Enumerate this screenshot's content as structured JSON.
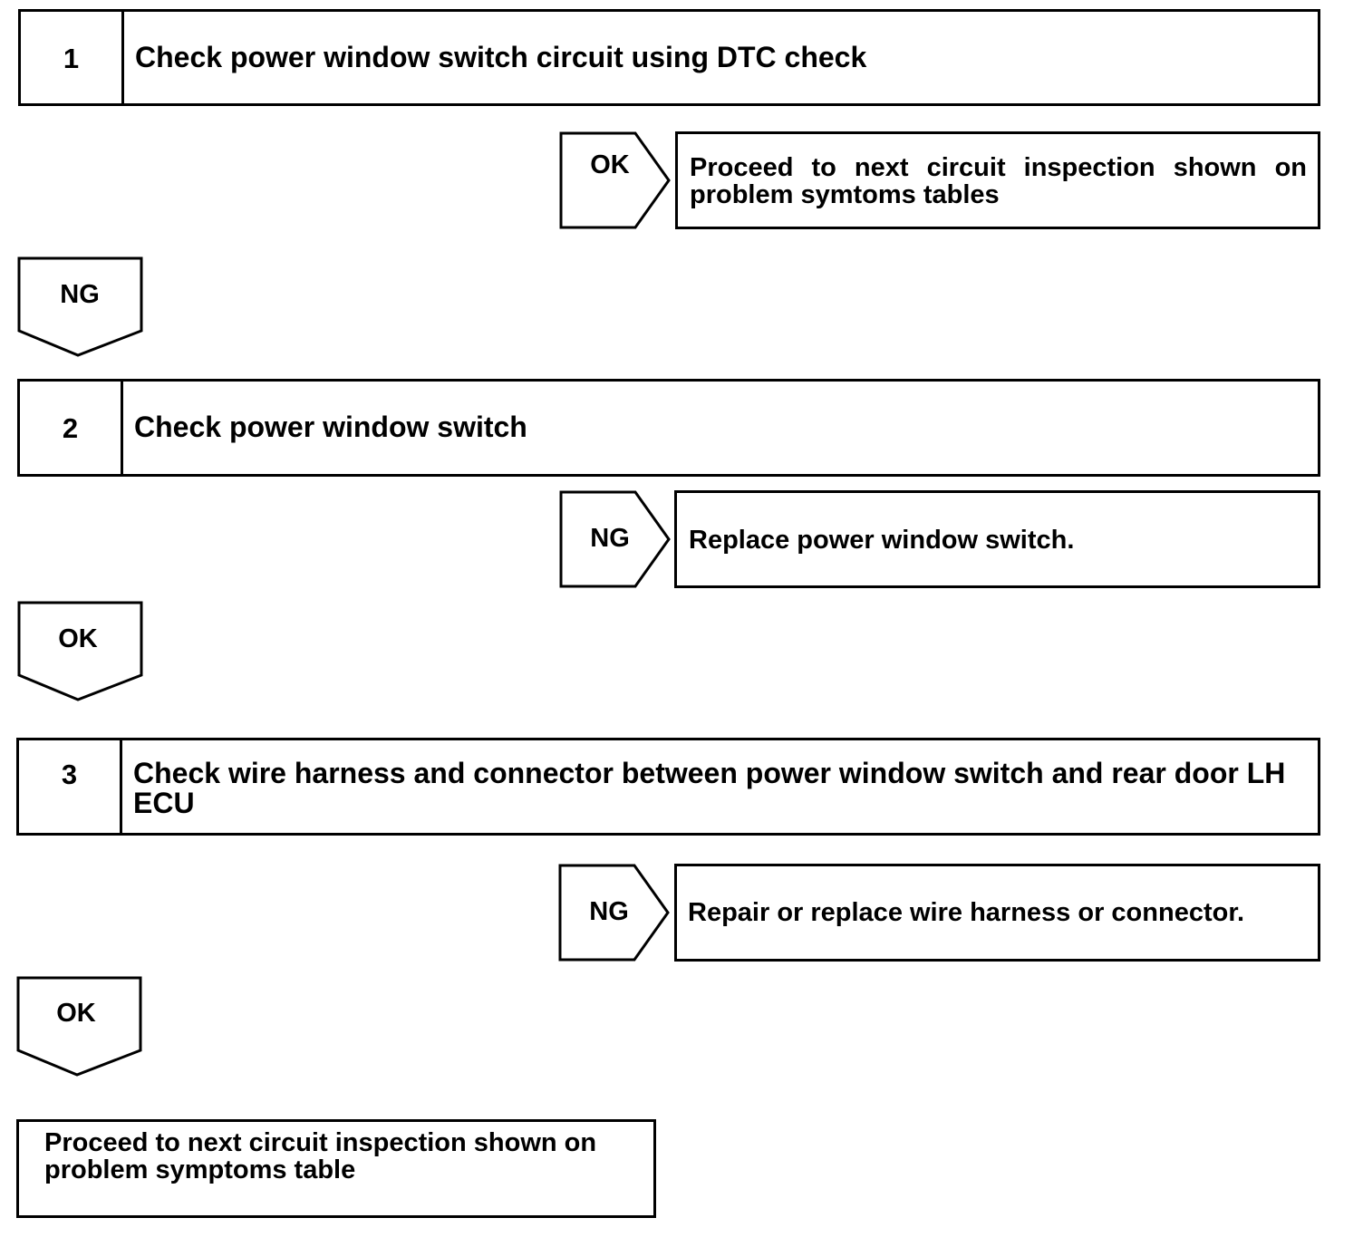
{
  "steps": [
    {
      "number": "1",
      "title": "Check power window switch circuit using DTC check"
    },
    {
      "number": "2",
      "title": "Check power window switch"
    },
    {
      "number": "3",
      "title": "Check wire harness and connector between power window switch and rear door LH ECU"
    }
  ],
  "side_branches": [
    {
      "label": "OK",
      "result": "Proceed to next circuit inspection shown on problem symtoms tables"
    },
    {
      "label": "NG",
      "result": "Replace power window switch."
    },
    {
      "label": "NG",
      "result": "Repair or replace wire harness or connector."
    }
  ],
  "down_branches": [
    {
      "label": "NG"
    },
    {
      "label": "OK"
    },
    {
      "label": "OK"
    }
  ],
  "final_result": "Proceed to next circuit inspection shown on problem symptoms table"
}
